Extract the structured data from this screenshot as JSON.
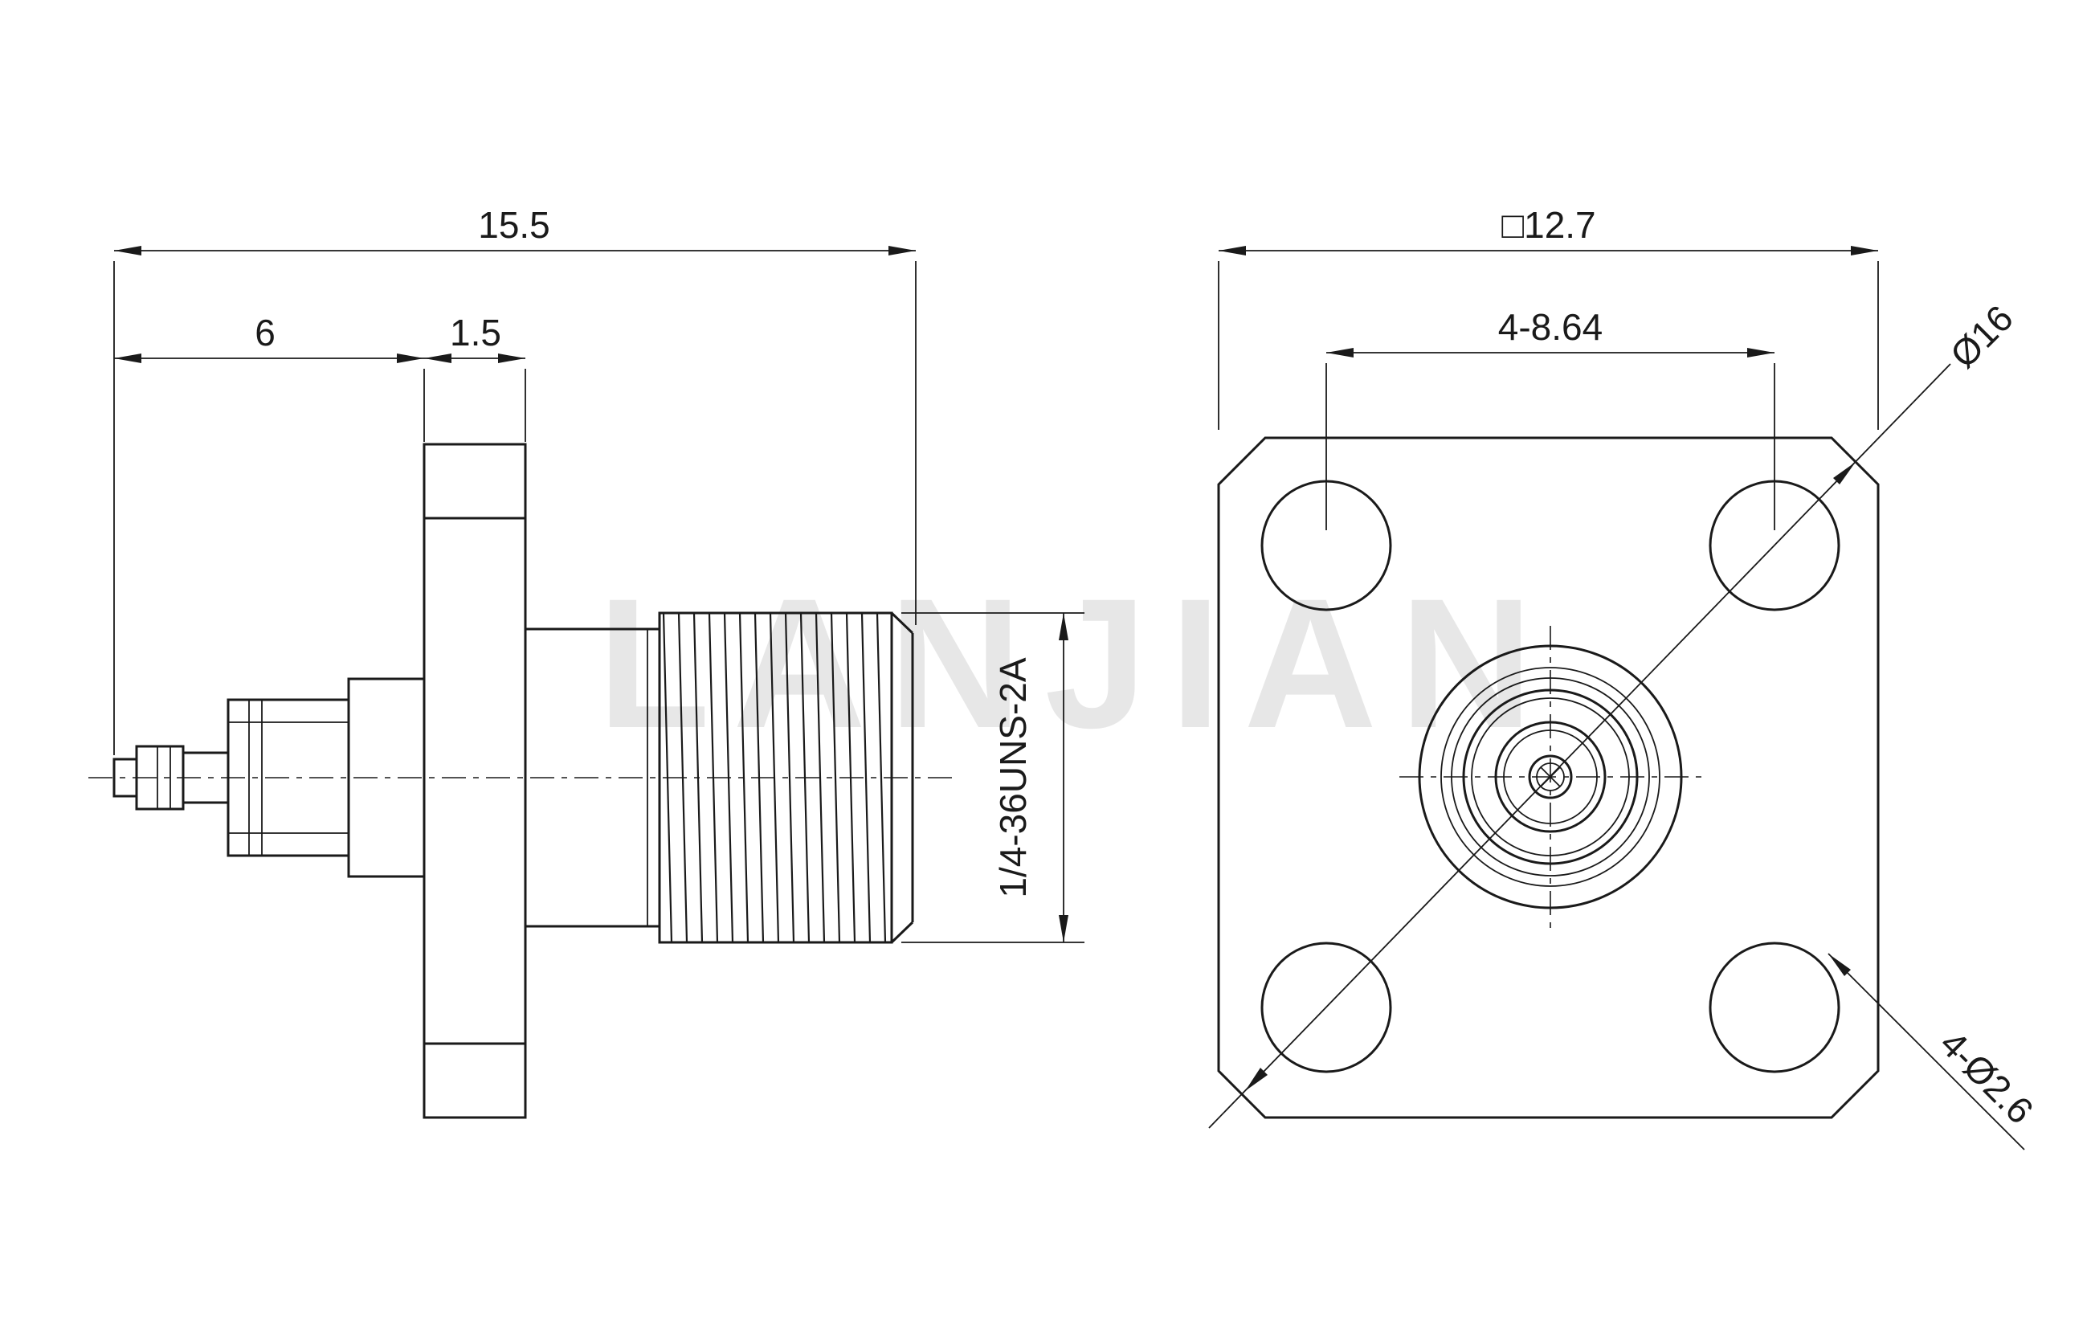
{
  "drawing": {
    "side_view": {
      "overall_length": "15.5",
      "tip_to_flange": "6",
      "flange_thickness": "1.5",
      "thread_spec": "1/4-36UNS-2A"
    },
    "front_view": {
      "flange_square": "□12.7",
      "hole_spacing": "4-8.64",
      "corner_diagonal": "Ø16",
      "mounting_holes": "4-Ø2.6"
    },
    "watermark": "LANJIAN",
    "colors": {
      "line": "#1a1a1a",
      "watermark": "#d8d8d8",
      "background": "#ffffff"
    }
  }
}
